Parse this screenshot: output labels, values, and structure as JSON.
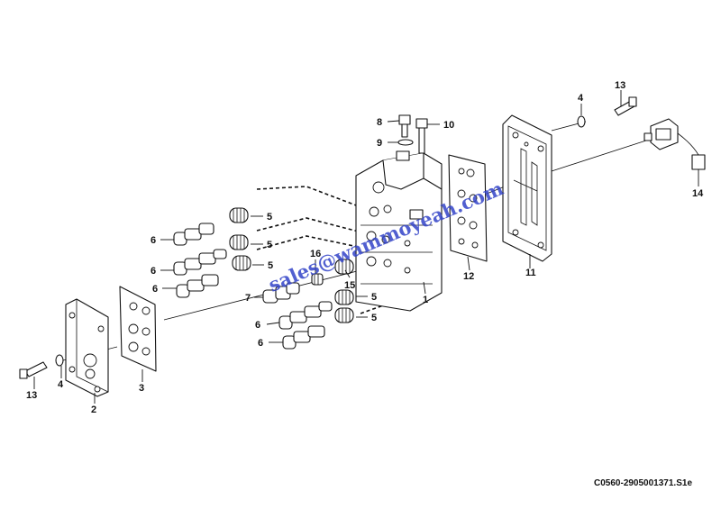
{
  "callouts": {
    "c1": "1",
    "c2": "2",
    "c3": "3",
    "c4_left": "4",
    "c4_right": "4",
    "c5_a": "5",
    "c5_b": "5",
    "c5_c": "5",
    "c5_d": "5",
    "c5_e": "5",
    "c6_a": "6",
    "c6_b": "6",
    "c6_c": "6",
    "c6_d": "6",
    "c6_e": "6",
    "c7": "7",
    "c8": "8",
    "c9": "9",
    "c10": "10",
    "c11": "11",
    "c12": "12",
    "c13_left": "13",
    "c13_right": "13",
    "c14": "14",
    "c15": "15",
    "c16": "16"
  },
  "reference_code": "C0560-2905001371.S1e",
  "watermark": "sales@wammoyeah.com"
}
